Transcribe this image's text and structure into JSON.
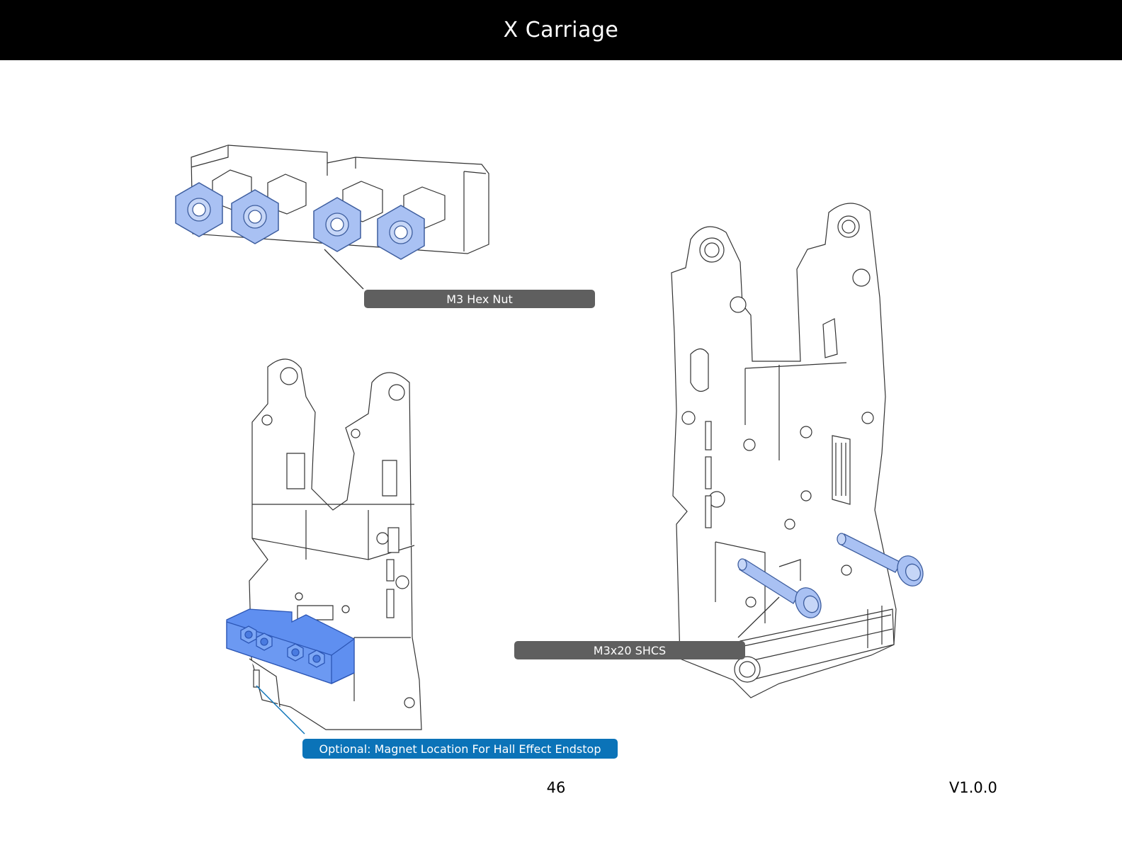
{
  "header": {
    "title": "X Carriage"
  },
  "callouts": {
    "hex_nut": "M3 Hex Nut",
    "shcs": "M3x20 SHCS",
    "magnet": "Optional: Magnet Location For Hall Effect Endstop"
  },
  "footer": {
    "page_number": "46",
    "version": "V1.0.0"
  },
  "colors": {
    "header_bg": "#000000",
    "callout_gray": "#5f5f5f",
    "callout_blue": "#0b73b8",
    "hardware_highlight": "#a9c1f3",
    "magnet_highlight": "#5f8ff0"
  }
}
